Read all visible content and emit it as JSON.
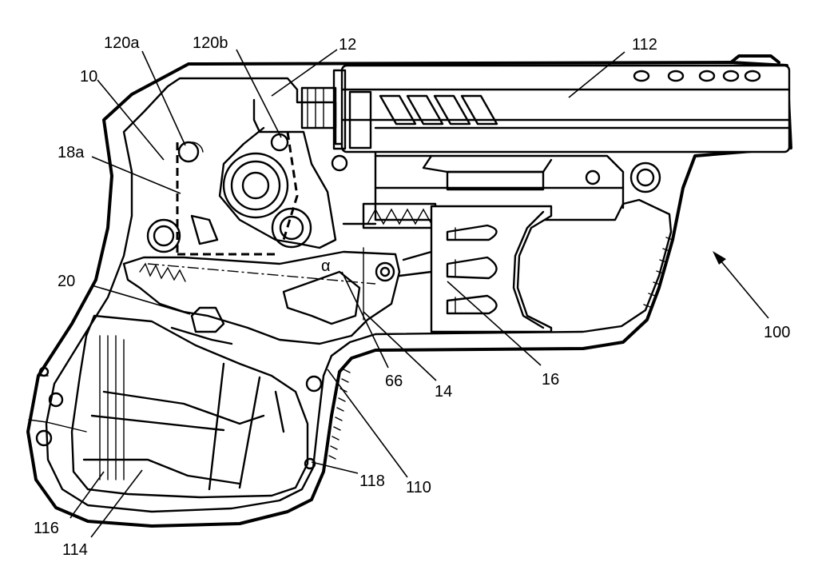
{
  "figure": {
    "labels": [
      {
        "id": "ref-100",
        "text": "100"
      },
      {
        "id": "ref-10",
        "text": "10"
      },
      {
        "id": "ref-120a",
        "text": "120a"
      },
      {
        "id": "ref-120b",
        "text": "120b"
      },
      {
        "id": "ref-12",
        "text": "12"
      },
      {
        "id": "ref-112",
        "text": "112"
      },
      {
        "id": "ref-18a",
        "text": "18a"
      },
      {
        "id": "ref-20",
        "text": "20"
      },
      {
        "id": "ref-alpha",
        "text": "α"
      },
      {
        "id": "ref-66",
        "text": "66"
      },
      {
        "id": "ref-14",
        "text": "14"
      },
      {
        "id": "ref-16",
        "text": "16"
      },
      {
        "id": "ref-118",
        "text": "118"
      },
      {
        "id": "ref-110",
        "text": "110"
      },
      {
        "id": "ref-116",
        "text": "116"
      },
      {
        "id": "ref-114",
        "text": "114"
      }
    ]
  }
}
